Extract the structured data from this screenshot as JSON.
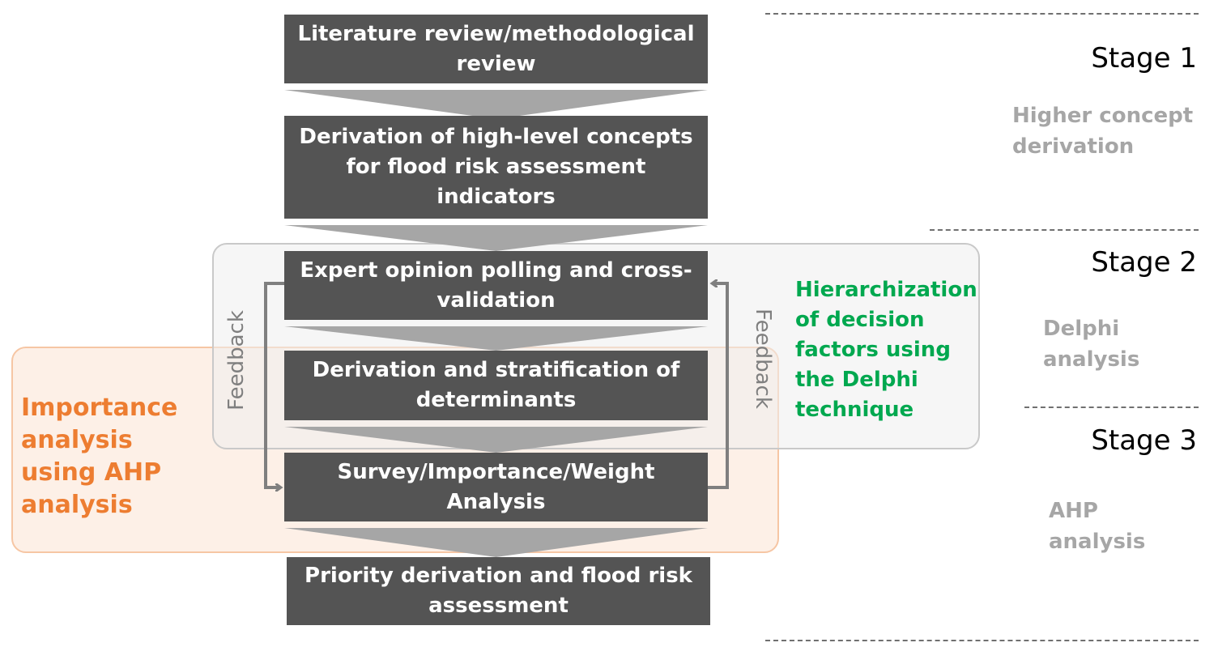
{
  "flow_steps": [
    "Literature review/methodological review",
    "Derivation of high-level concepts for flood risk assessment indicators",
    "Expert opinion polling and cross-validation",
    "Derivation and stratification of determinants",
    "Survey/Importance/Weight Analysis",
    "Priority derivation and flood risk assessment"
  ],
  "stages": [
    {
      "title": "Stage 1",
      "description": "Higher concept derivation"
    },
    {
      "title": "Stage 2",
      "description": "Delphi analysis"
    },
    {
      "title": "Stage 3",
      "description": "AHP analysis"
    }
  ],
  "regions": {
    "delphi_label": "Hierarchization of decision factors using the Delphi technique",
    "ahp_label": "Importance analysis using AHP analysis"
  },
  "feedback": {
    "left": "Feedback",
    "right": "Feedback"
  },
  "colors": {
    "box": "#545454",
    "chevron": "#a6a6a6",
    "delphi_text": "#00a84f",
    "ahp_text": "#ed7d31",
    "stage_desc": "#a6a6a6",
    "arrow": "#7f7f7f"
  }
}
